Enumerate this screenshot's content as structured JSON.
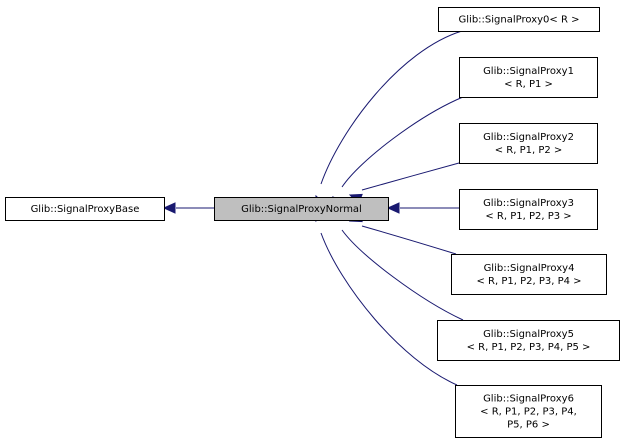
{
  "diagram": {
    "type": "inheritance-graph",
    "colors": {
      "edge": "#191970",
      "highlight_fill": "#bfbfbf",
      "node_fill": "#ffffff",
      "node_border": "#000000"
    },
    "nodes": [
      {
        "id": "base",
        "lines": [
          "Glib::SignalProxyBase"
        ]
      },
      {
        "id": "normal",
        "lines": [
          "Glib::SignalProxyNormal"
        ],
        "highlighted": true
      },
      {
        "id": "p0",
        "lines": [
          "Glib::SignalProxy0< R >"
        ]
      },
      {
        "id": "p1",
        "lines": [
          "Glib::SignalProxy1",
          "< R, P1 >"
        ]
      },
      {
        "id": "p2",
        "lines": [
          "Glib::SignalProxy2",
          "< R, P1, P2 >"
        ]
      },
      {
        "id": "p3",
        "lines": [
          "Glib::SignalProxy3",
          "< R, P1, P2, P3 >"
        ]
      },
      {
        "id": "p4",
        "lines": [
          "Glib::SignalProxy4",
          "< R, P1, P2, P3, P4 >"
        ]
      },
      {
        "id": "p5",
        "lines": [
          "Glib::SignalProxy5",
          "< R, P1, P2, P3, P4, P5 >"
        ]
      },
      {
        "id": "p6",
        "lines": [
          "Glib::SignalProxy6",
          "< R, P1, P2, P3, P4,",
          "P5, P6 >"
        ]
      }
    ],
    "edges": [
      {
        "from": "normal",
        "to": "base"
      },
      {
        "from": "p0",
        "to": "normal"
      },
      {
        "from": "p1",
        "to": "normal"
      },
      {
        "from": "p2",
        "to": "normal"
      },
      {
        "from": "p3",
        "to": "normal"
      },
      {
        "from": "p4",
        "to": "normal"
      },
      {
        "from": "p5",
        "to": "normal"
      },
      {
        "from": "p6",
        "to": "normal"
      }
    ]
  }
}
